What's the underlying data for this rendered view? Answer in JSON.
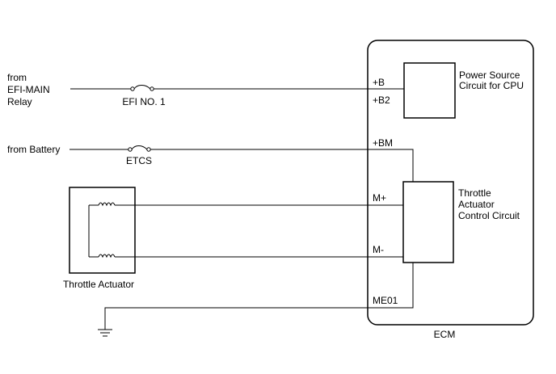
{
  "labels": {
    "from_efi_line1": "from",
    "from_efi_line2": "EFI-MAIN",
    "from_efi_line3": "Relay",
    "from_battery": "from Battery",
    "fuse_efi": "EFI NO. 1",
    "fuse_etcs": "ETCS",
    "throttle_actuator": "Throttle Actuator",
    "ecm": "ECM"
  },
  "pins": {
    "b": "+B",
    "b2": "+B2",
    "bm": "+BM",
    "m_plus": "M+",
    "m_minus": "M-",
    "me01": "ME01"
  },
  "blocks": {
    "power_source_line1": "Power Source",
    "power_source_line2": "Circuit for CPU",
    "throttle_ctrl_line1": "Throttle",
    "throttle_ctrl_line2": "Actuator",
    "throttle_ctrl_line3": "Control Circuit"
  }
}
